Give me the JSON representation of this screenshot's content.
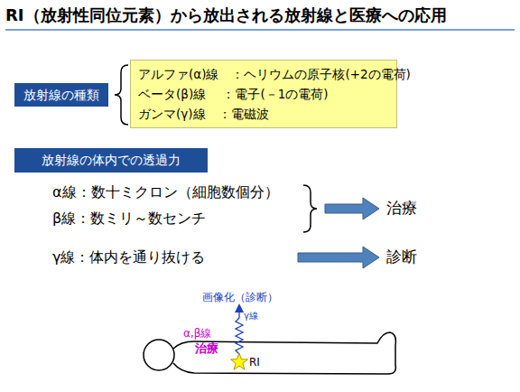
{
  "diagram": {
    "title": "RI（放射性同位元素）から放出される放射線と医療への応用",
    "nodes": [
      {
        "text": [
          "放射線の種類"
        ]
      },
      {
        "text": [
          "アルファ(α)線　：ヘリウムの原子核(+2の電荷)",
          "ベータ(β)線　 ：電子(－1の電荷)",
          "ガンマ(γ)線　：電磁波"
        ]
      },
      {
        "text": [
          "放射線の体内での透過力"
        ]
      }
    ],
    "labels": [
      "α線：数十ミクロン（細胞数個分）",
      "β線：数ミリ～数センチ",
      "γ線：体内を通り抜ける",
      "治療",
      "診断",
      "画像化（診断）",
      "γ線",
      "α,β線",
      "治療",
      "RI"
    ]
  }
}
